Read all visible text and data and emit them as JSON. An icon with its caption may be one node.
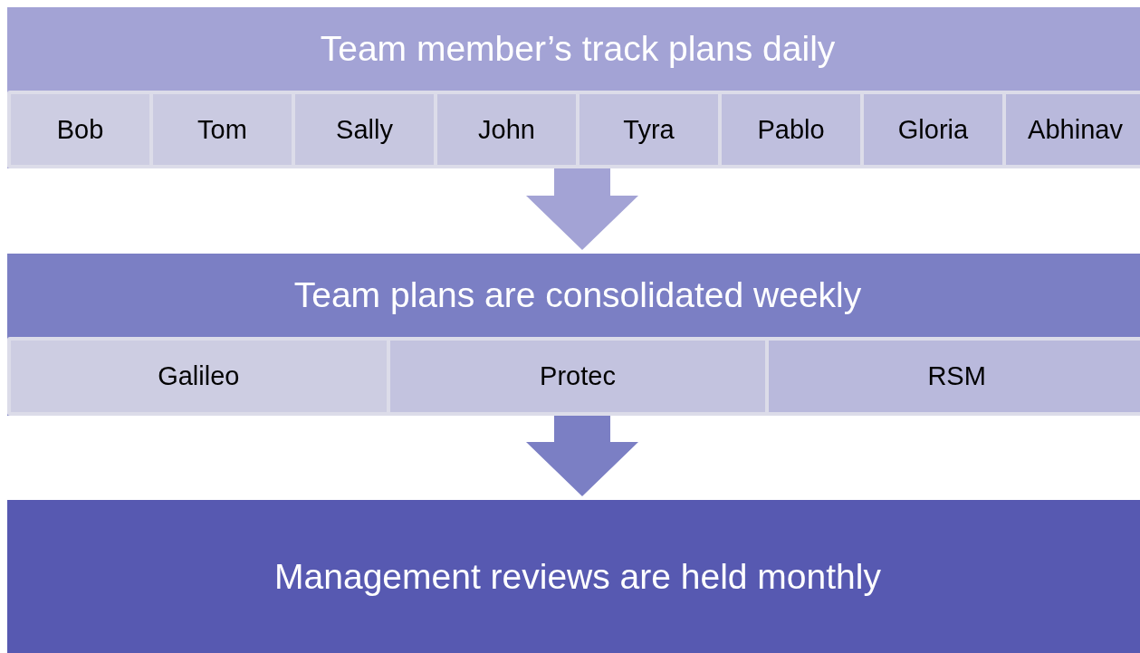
{
  "diagram": {
    "nodes": [
      {
        "text": [
          "Team member’s track plans daily"
        ]
      },
      {
        "text": [
          "Bob"
        ],
        "in": 0
      },
      {
        "text": [
          "Tom"
        ],
        "in": 0
      },
      {
        "text": [
          "Sally"
        ],
        "in": 0
      },
      {
        "text": [
          "John"
        ],
        "in": 0
      },
      {
        "text": [
          "Tyra"
        ],
        "in": 0
      },
      {
        "text": [
          "Pablo"
        ],
        "in": 0
      },
      {
        "text": [
          "Gloria"
        ],
        "in": 0
      },
      {
        "text": [
          "Abhinav"
        ],
        "in": 0
      },
      {
        "text": [
          "Team plans are consolidated weekly"
        ]
      },
      {
        "text": [
          "Galileo"
        ],
        "in": 9
      },
      {
        "text": [
          "Protec"
        ],
        "in": 9
      },
      {
        "text": [
          "RSM"
        ],
        "in": 9
      },
      {
        "text": [
          "Management reviews are held monthly"
        ]
      }
    ],
    "edges": [
      {
        "from": 0,
        "to": 9,
        "arrow": "to"
      },
      {
        "from": 9,
        "to": 13,
        "arrow": "to"
      }
    ]
  }
}
